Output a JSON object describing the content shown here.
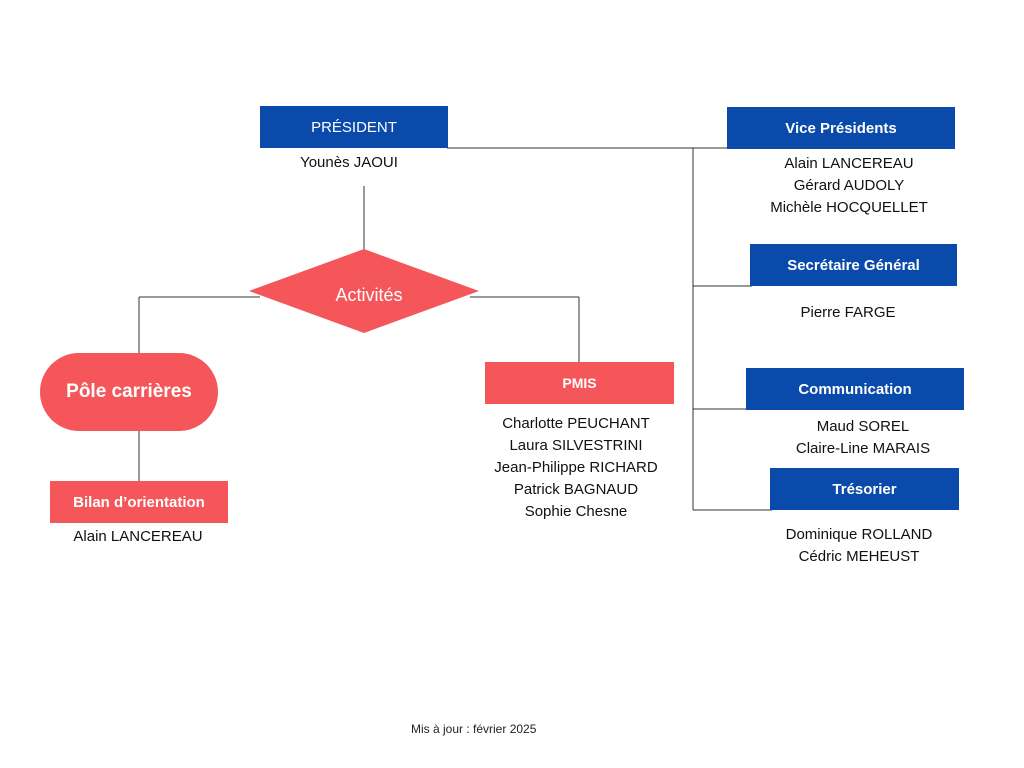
{
  "president": {
    "title": "PRÉSIDENT",
    "name": "Younès JAOUI"
  },
  "activities": {
    "label": "Activités"
  },
  "pole": {
    "label": "Pôle carrières"
  },
  "bilan": {
    "title": "Bilan d’orientation",
    "name": "Alain LANCEREAU"
  },
  "pmis": {
    "title": "PMIS",
    "members": [
      "Charlotte PEUCHANT",
      "Laura SILVESTRINI",
      "Jean-Philippe RICHARD",
      "Patrick BAGNAUD",
      "Sophie Chesne"
    ]
  },
  "vice_presidents": {
    "title": "Vice Présidents",
    "members": [
      "Alain LANCEREAU",
      "Gérard AUDOLY",
      "Michèle HOCQUELLET"
    ]
  },
  "secretary": {
    "title": "Secrétaire Général",
    "members": [
      "Pierre FARGE"
    ]
  },
  "communication": {
    "title": "Communication",
    "members": [
      "Maud SOREL",
      "Claire-Line MARAIS"
    ]
  },
  "treasurer": {
    "title": "Trésorier",
    "members": [
      "Dominique ROLLAND",
      "Cédric MEHEUST"
    ]
  },
  "footer": "Mis à jour : février 2025",
  "colors": {
    "blue": "#0a4aaa",
    "red": "#f45659",
    "line": "#333333"
  }
}
